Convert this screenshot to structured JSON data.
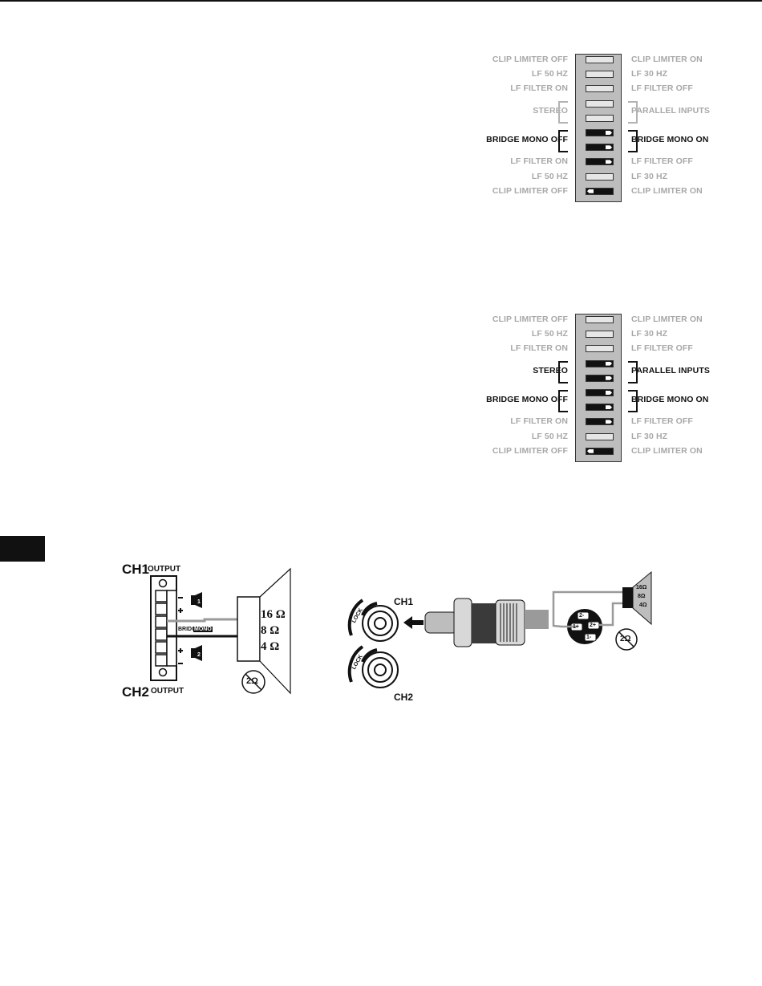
{
  "dip_block_1": {
    "rows": [
      {
        "n": "1",
        "left": "CLIP LIMITER OFF",
        "right": "CLIP LIMITER ON",
        "on": false,
        "active": false
      },
      {
        "n": "2",
        "left": "LF 50 HZ",
        "right": "LF 30 HZ",
        "on": false,
        "active": false
      },
      {
        "n": "3",
        "left": "LF FILTER ON",
        "right": "LF FILTER OFF",
        "on": false,
        "active": false
      },
      {
        "n": "4",
        "left": "STEREO",
        "right": "PARALLEL INPUTS",
        "on": false,
        "active": false
      },
      {
        "n": "5",
        "left": "",
        "right": "",
        "on": false,
        "active": false
      },
      {
        "n": "6",
        "left": "BRIDGE MONO OFF",
        "right": "BRIDGE MONO ON",
        "on": true,
        "active": true
      },
      {
        "n": "7",
        "left": "",
        "right": "",
        "on": true,
        "active": true
      },
      {
        "n": "8",
        "left": "LF FILTER ON",
        "right": "LF FILTER OFF",
        "on": true,
        "active": false
      },
      {
        "n": "9",
        "left": "LF 50 HZ",
        "right": "LF 30 HZ",
        "on": false,
        "active": false
      },
      {
        "n": "10",
        "left": "CLIP LIMITER OFF",
        "right": "CLIP LIMITER ON",
        "on": "left",
        "active": false
      }
    ]
  },
  "dip_block_2": {
    "rows": [
      {
        "n": "1",
        "left": "CLIP LIMITER OFF",
        "right": "CLIP LIMITER ON",
        "on": false,
        "active": false
      },
      {
        "n": "2",
        "left": "LF 50 HZ",
        "right": "LF 30 HZ",
        "on": false,
        "active": false
      },
      {
        "n": "3",
        "left": "LF FILTER ON",
        "right": "LF FILTER OFF",
        "on": false,
        "active": false
      },
      {
        "n": "4",
        "left": "STEREO",
        "right": "PARALLEL INPUTS",
        "on": true,
        "active": true
      },
      {
        "n": "5",
        "left": "",
        "right": "",
        "on": true,
        "active": true
      },
      {
        "n": "6",
        "left": "BRIDGE MONO OFF",
        "right": "BRIDGE MONO ON",
        "on": true,
        "active": true
      },
      {
        "n": "7",
        "left": "",
        "right": "",
        "on": true,
        "active": true
      },
      {
        "n": "8",
        "left": "LF FILTER ON",
        "right": "LF FILTER OFF",
        "on": true,
        "active": false
      },
      {
        "n": "9",
        "left": "LF 50 HZ",
        "right": "LF 30 HZ",
        "on": false,
        "active": false
      },
      {
        "n": "10",
        "left": "CLIP LIMITER OFF",
        "right": "CLIP LIMITER ON",
        "on": "left",
        "active": false
      }
    ]
  },
  "terminal_diagram": {
    "ch1": "CH1",
    "ch2": "CH2",
    "output": "OUTPUT",
    "bridge": "BRIDGE",
    "mono": "MONO",
    "speaker_1": "1",
    "speaker_2": "2",
    "impedances": [
      "16 Ω",
      "8 Ω",
      "4 Ω"
    ],
    "no_2ohm": "2Ω"
  },
  "speakon_diagram": {
    "ch1": "CH1",
    "ch2": "CH2",
    "lock": "LOCK",
    "pins": [
      "2-",
      "1+",
      "2+",
      "1-"
    ],
    "impedances": [
      "16Ω",
      "8Ω",
      "4Ω"
    ],
    "no_2ohm": "2Ω"
  },
  "colors": {
    "ink": "#111111",
    "dim_text": "#a8a8a8",
    "panel": "#bdbdbd",
    "gray_wire": "#9a9a9a"
  }
}
